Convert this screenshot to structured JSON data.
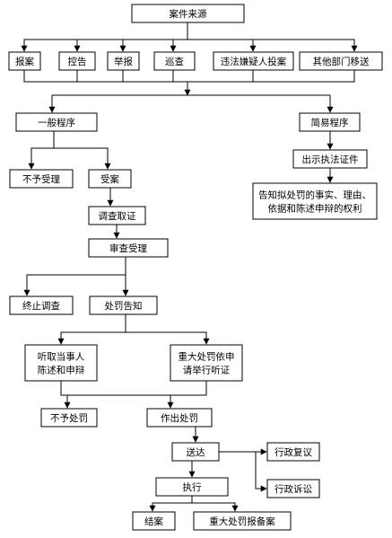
{
  "nodes": [
    {
      "id": "source",
      "label": "案件来源"
    },
    {
      "id": "report",
      "label": "报案"
    },
    {
      "id": "accuse",
      "label": "控告"
    },
    {
      "id": "tipoff",
      "label": "举报"
    },
    {
      "id": "inspect",
      "label": "巡查"
    },
    {
      "id": "confess",
      "label": "违法嫌疑人投案"
    },
    {
      "id": "transfer",
      "label": "其他部门移送"
    },
    {
      "id": "general",
      "label": "一般程序"
    },
    {
      "id": "simple",
      "label": "简易程序"
    },
    {
      "id": "show_id",
      "label": "出示执法证件"
    },
    {
      "id": "notify_rights",
      "label": [
        "告知拟处罚的事实、理由、",
        "依据和陈述申辩的权利"
      ]
    },
    {
      "id": "reject",
      "label": "不予受理"
    },
    {
      "id": "accept",
      "label": "受案"
    },
    {
      "id": "investigate",
      "label": "调查取证"
    },
    {
      "id": "review",
      "label": "审查受理"
    },
    {
      "id": "terminate",
      "label": "终止调查"
    },
    {
      "id": "notice",
      "label": "处罚告知"
    },
    {
      "id": "hear_party",
      "label": [
        "听取当事人",
        "陈述和申辩"
      ]
    },
    {
      "id": "hearing",
      "label": [
        "重大处罚依申",
        "请举行听证"
      ]
    },
    {
      "id": "no_penalty",
      "label": "不予处罚"
    },
    {
      "id": "penalty",
      "label": "作出处罚"
    },
    {
      "id": "deliver",
      "label": "送达"
    },
    {
      "id": "reconsider",
      "label": "行政复议"
    },
    {
      "id": "litigation",
      "label": "行政诉讼"
    },
    {
      "id": "execute",
      "label": "执行"
    },
    {
      "id": "close",
      "label": "结案"
    },
    {
      "id": "file_report",
      "label": "重大处罚报备案"
    }
  ],
  "edges": [
    [
      "source",
      "report"
    ],
    [
      "source",
      "accuse"
    ],
    [
      "source",
      "tipoff"
    ],
    [
      "source",
      "inspect"
    ],
    [
      "source",
      "confess"
    ],
    [
      "source",
      "transfer"
    ],
    [
      "report",
      "general"
    ],
    [
      "accuse",
      "general"
    ],
    [
      "tipoff",
      "general"
    ],
    [
      "inspect",
      "general"
    ],
    [
      "confess",
      "general"
    ],
    [
      "transfer",
      "general"
    ],
    [
      "report",
      "simple"
    ],
    [
      "transfer",
      "simple"
    ],
    [
      "simple",
      "show_id"
    ],
    [
      "show_id",
      "notify_rights"
    ],
    [
      "general",
      "reject"
    ],
    [
      "general",
      "accept"
    ],
    [
      "accept",
      "investigate"
    ],
    [
      "investigate",
      "review"
    ],
    [
      "review",
      "terminate"
    ],
    [
      "review",
      "notice"
    ],
    [
      "notice",
      "hear_party"
    ],
    [
      "notice",
      "hearing"
    ],
    [
      "hear_party",
      "no_penalty"
    ],
    [
      "hear_party",
      "penalty"
    ],
    [
      "hearing",
      "no_penalty"
    ],
    [
      "hearing",
      "penalty"
    ],
    [
      "penalty",
      "deliver"
    ],
    [
      "deliver",
      "reconsider"
    ],
    [
      "deliver",
      "litigation"
    ],
    [
      "deliver",
      "execute"
    ],
    [
      "execute",
      "close"
    ],
    [
      "execute",
      "file_report"
    ]
  ]
}
